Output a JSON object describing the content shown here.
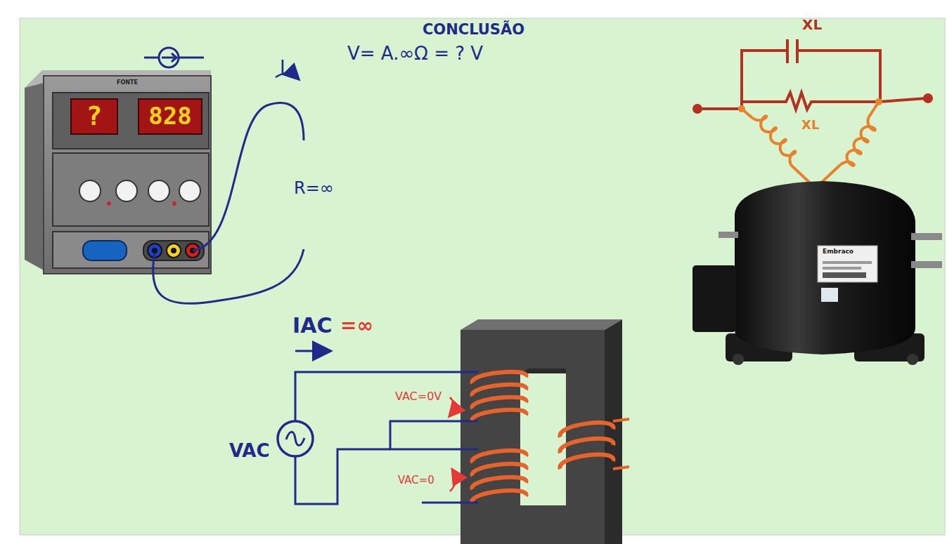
{
  "diagram": {
    "title": "CONCLUSÃO",
    "nodes": [
      {
        "text": [
          "FONTE"
        ]
      },
      {
        "text": [
          "?"
        ],
        "in": 0
      },
      {
        "text": [
          "828"
        ],
        "in": 0
      }
    ],
    "labels": [
      "I",
      "V= A.∞Ω = ? V",
      "R=∞",
      "IAC",
      "=∞",
      "VAC=0V",
      "VAC=0",
      "VAC",
      "XL",
      "XL",
      "Embraco"
    ]
  }
}
